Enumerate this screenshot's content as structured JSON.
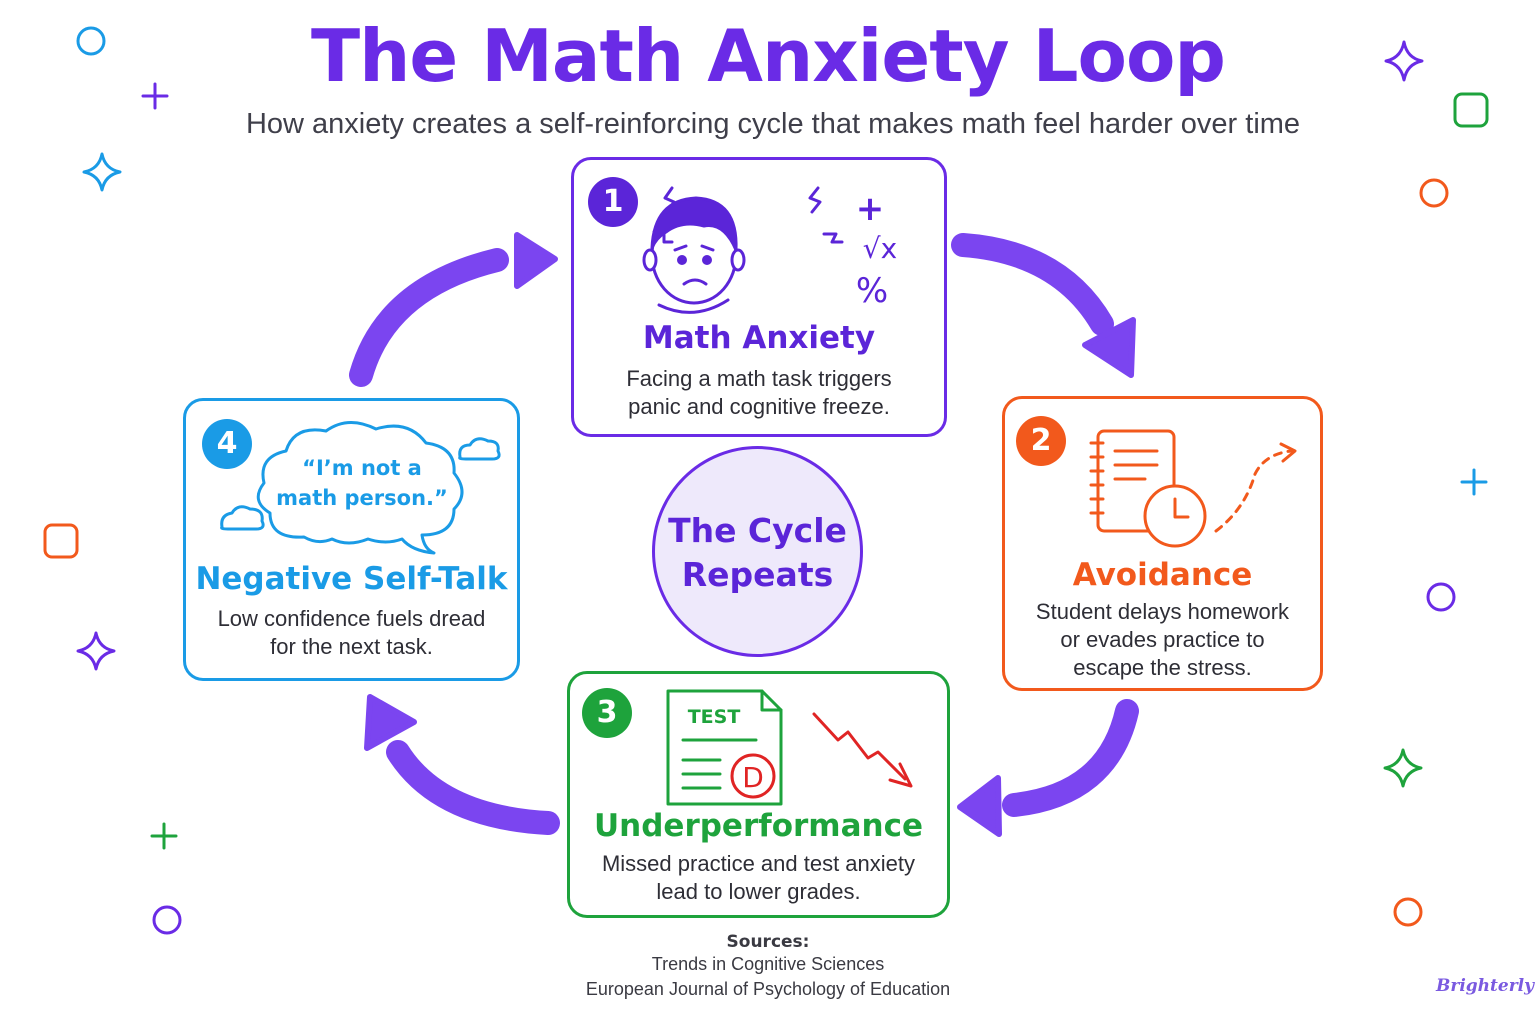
{
  "header": {
    "title": "The Math Anxiety Loop",
    "subtitle": "How anxiety creates a self-reinforcing cycle that makes math feel harder over time"
  },
  "center": {
    "line1": "The Cycle",
    "line2": "Repeats"
  },
  "steps": [
    {
      "number": "1",
      "title": "Math Anxiety",
      "line1": "Facing a math task triggers",
      "line2": "panic and cognitive freeze.",
      "color": "#5b25d8",
      "icon": "anxious-face-icon"
    },
    {
      "number": "2",
      "title": "Avoidance",
      "line1": "Student delays homework",
      "line2": "or evades practice to",
      "line3": "escape the stress.",
      "color": "#f2591c",
      "icon": "notebook-clock-icon"
    },
    {
      "number": "3",
      "title": "Underperformance",
      "line1": "Missed practice and test anxiety",
      "line2": "lead to lower grades.",
      "color": "#1ea33c",
      "icon": "test-paper-icon",
      "test_label": "TEST",
      "grade": "D"
    },
    {
      "number": "4",
      "title": "Negative Self-Talk",
      "line1": "Low confidence fuels dread",
      "line2": "for the next task.",
      "color": "#1a9be6",
      "icon": "thought-cloud-icon",
      "quote_line1": "“I’m not a",
      "quote_line2": "math person.”"
    }
  ],
  "math_symbols": {
    "plus": "+",
    "sqrt": "√x",
    "percent": "%"
  },
  "sources": {
    "heading": "Sources:",
    "items": [
      "Trends in Cognitive Sciences",
      "European Journal of Psychology of Education"
    ]
  },
  "brand": {
    "logo_text": "Brighterly"
  },
  "colors": {
    "purple": "#6a2be6",
    "orange": "#f2591c",
    "green": "#1ea33c",
    "blue": "#1a9be6",
    "arrow": "#7b45f0"
  }
}
